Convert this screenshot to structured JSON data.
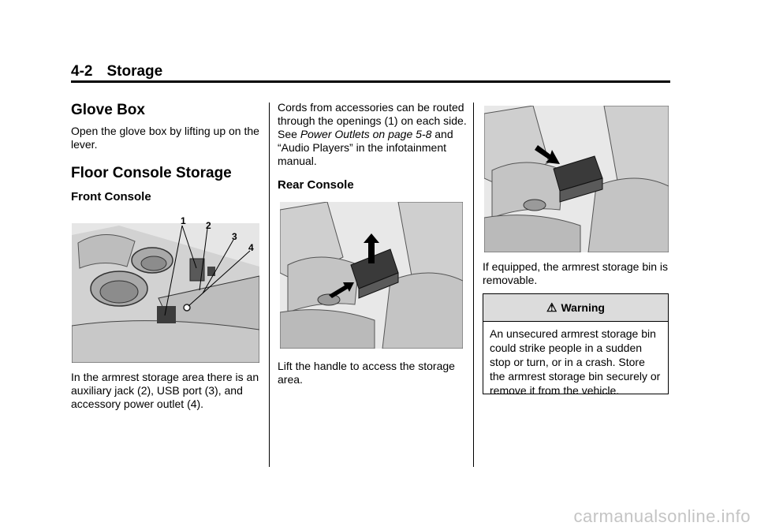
{
  "header": {
    "page_num": "4-2",
    "section": "Storage"
  },
  "col1": {
    "glove_heading": "Glove Box",
    "glove_text": "Open the glove box by lifting up on the lever.",
    "floor_heading": "Floor Console Storage",
    "front_heading": "Front Console",
    "callouts": [
      "1",
      "2",
      "3",
      "4"
    ],
    "front_text": "In the armrest storage area there is an auxiliary jack (2), USB port (3), and accessory power outlet (4)."
  },
  "col2": {
    "cords_text_1": "Cords from accessories can be routed through the openings (1) on each side. See ",
    "cords_link": "Power Outlets on page 5-8",
    "cords_text_2": " and “Audio Players” in the infotainment manual.",
    "rear_heading": "Rear Console",
    "rear_text": "Lift the handle to access the storage area."
  },
  "col3": {
    "bin_text": "If equipped, the armrest storage bin is removable.",
    "warning_title": "Warning",
    "warning_icon": "warning-icon",
    "warning_text": "An unsecured armrest storage bin could strike people in a sudden stop or turn, or in a crash. Store the armrest storage bin securely or remove it from the vehicle."
  },
  "watermark": "carmanualsonline.info"
}
